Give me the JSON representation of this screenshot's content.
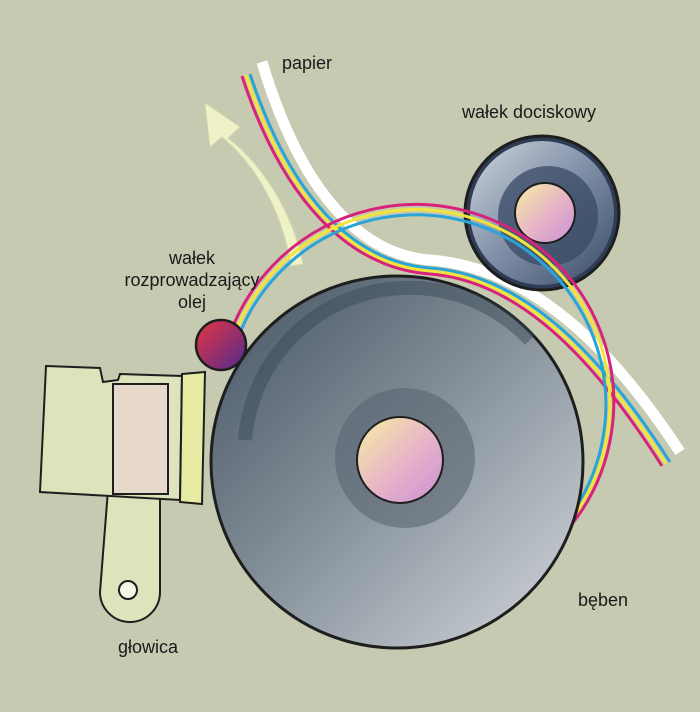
{
  "labels": {
    "paper": "papier",
    "pressure_roller": "wałek dociskowy",
    "oil_roller_line1": "wałek",
    "oil_roller_line2": "rozprowadzający",
    "oil_roller_line3": "olej",
    "head": "głowica",
    "drum": "bęben"
  },
  "colors": {
    "background": "#c6cab0",
    "drum_dark": "#4a5866",
    "drum_light": "#c9ccd4",
    "hub_gradient": [
      "#f3e9a6",
      "#d89ad0"
    ],
    "head_body": "#dfe3bc",
    "head_panel": "#e6d9cc",
    "arrow": "#eef2c6",
    "oil_roller": [
      "#e0334a",
      "#5a2a8c"
    ],
    "ink_magenta": "#d8237a",
    "ink_yellow": "#f2e53a",
    "ink_cyan": "#2aa3d6"
  }
}
